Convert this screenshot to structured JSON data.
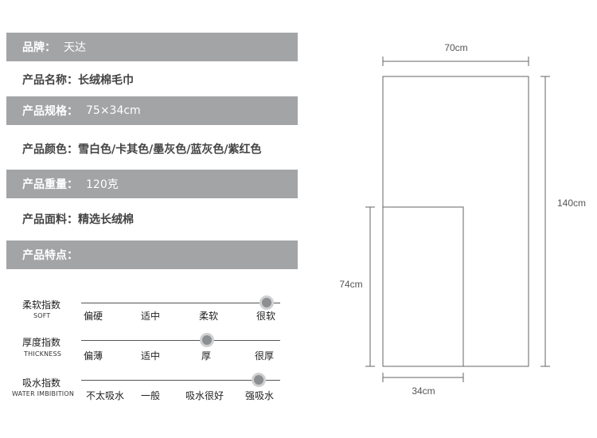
{
  "spec": {
    "brand": {
      "label": "品牌：",
      "value": "天达"
    },
    "name": {
      "label": "产品名称：",
      "value": "长绒棉毛巾"
    },
    "size": {
      "label": "产品规格：",
      "value": "75×34cm"
    },
    "colors": {
      "label": "产品颜色：",
      "value": "雪白色/卡其色/墨灰色/蓝灰色/紫红色"
    },
    "weight": {
      "label": "产品重量：",
      "value": "120克"
    },
    "material": {
      "label": "产品面料：",
      "value": "精选长绒棉"
    },
    "features": {
      "label": "产品特点："
    }
  },
  "sliders": [
    {
      "title": "柔软指数",
      "subtitle": "SOFT",
      "options": [
        "偏硬",
        "适中",
        "柔软",
        "很软"
      ],
      "level": 0.93
    },
    {
      "title": "厚度指数",
      "subtitle": "THICKNESS",
      "options": [
        "偏薄",
        "适中",
        "厚",
        "很厚"
      ],
      "level": 0.63
    },
    {
      "title": "吸水指数",
      "subtitle": "WATER IMBIBITION",
      "options": [
        "不太吸水",
        "一般",
        "吸水很好",
        "强吸水"
      ],
      "level": 0.89
    }
  ],
  "diagram": {
    "big_width": "70cm",
    "big_height": "140cm",
    "small_height": "74cm",
    "small_width": "34cm"
  }
}
